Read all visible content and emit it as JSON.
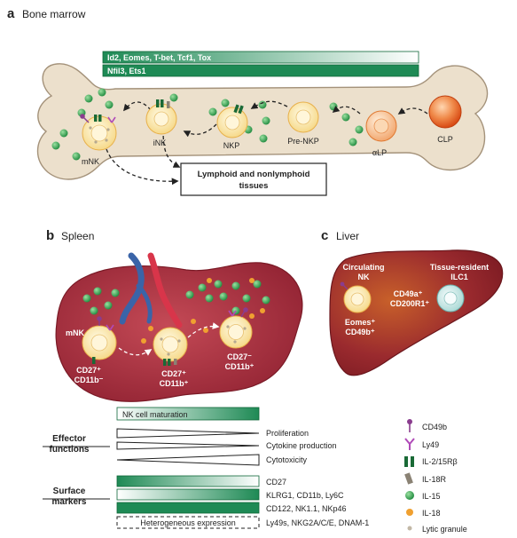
{
  "panel_a": {
    "letter": "a",
    "title": "Bone marrow",
    "bar1_label": "Id2, Eomes, T-bet, Tcf1, Tox",
    "bar2_label": "Nfil3, Ets1",
    "cells": {
      "mnk": "mNK",
      "ink": "iNK",
      "nkp": "NKP",
      "prenkp": "Pre-NKP",
      "alp": "αLP",
      "clp": "CLP"
    },
    "box_line1": "Lymphoid and nonlymphoid",
    "box_line2": "tissues"
  },
  "panel_b": {
    "letter": "b",
    "title": "Spleen",
    "mnk": "mNK",
    "s1_line1": "CD27⁺",
    "s1_line2": "CD11b⁻",
    "s2_line1": "CD27⁺",
    "s2_line2": "CD11b⁺",
    "s3_line1": "CD27⁻",
    "s3_line2": "CD11b⁺"
  },
  "panel_c": {
    "letter": "c",
    "title": "Liver",
    "circ_line1": "Circulating",
    "circ_line2": "NK",
    "tr_line1": "Tissue-resident",
    "tr_line2": "ILC1",
    "circ_m1": "Eomes⁺",
    "circ_m2": "CD49b⁺",
    "tr_m1": "CD49a⁺",
    "tr_m2": "CD200R1⁺"
  },
  "bottom": {
    "maturation": "NK cell maturation",
    "effector_l1": "Effector",
    "effector_l2": "functions",
    "proliferation": "Proliferation",
    "cytokine": "Cytokine production",
    "cytotoxicity": "Cytotoxicity",
    "surface_l1": "Surface",
    "surface_l2": "markers",
    "cd27": "CD27",
    "klrg1": "KLRG1, CD11b, Ly6C",
    "cd122": "CD122, NK1.1, NKp46",
    "hetero": "Heterogeneous expression",
    "ly49s": "Ly49s, NKG2A/C/E, DNAM-1"
  },
  "legend": {
    "cd49b": "CD49b",
    "ly49": "Ly49",
    "il2": "IL-2/15Rβ",
    "il18r": "IL-18R",
    "il15": "IL-15",
    "il18": "IL-18",
    "lytic": "Lytic granule"
  },
  "colors": {
    "bone": "#ece0cc",
    "bone_edge": "#a4927a",
    "green": "#1e8a55",
    "green_dark": "#0e6638",
    "spleen": "#b03040",
    "liver": "#9a2a2e",
    "orange": "#e85a1c",
    "cell": "#fcefc0",
    "cell_edge": "#e8b04a",
    "purple": "#8a3c8e",
    "il18": "#f0a030",
    "il15": "#3aa05a"
  }
}
